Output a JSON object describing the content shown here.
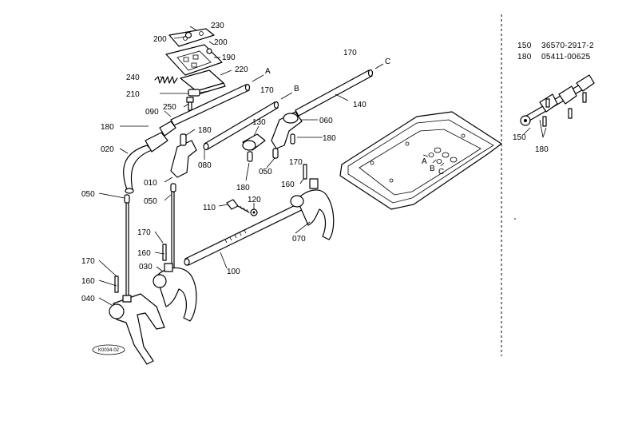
{
  "diagram": {
    "code": "K0034-02",
    "part_labels": {
      "p230": "230",
      "p200a": "200",
      "p200b": "200",
      "p190": "190",
      "p240": "240",
      "p220": "220",
      "p210": "210",
      "p250": "250",
      "p090": "090",
      "p180a": "180",
      "p180b": "180",
      "p020": "020",
      "p010": "010",
      "p050a": "050",
      "p050b": "050",
      "p080": "080",
      "p130": "130",
      "p180c": "180",
      "p060": "060",
      "p180d": "180",
      "p050c": "050",
      "p170a": "170",
      "p170b": "170",
      "p160a": "160",
      "p140": "140",
      "p170c": "170",
      "p110": "110",
      "p120": "120",
      "p070": "070",
      "p170d": "170",
      "p160b": "160",
      "p030": "030",
      "p100": "100",
      "p170e": "170",
      "p160c": "160",
      "p040": "040",
      "p150": "150",
      "p180e": "180"
    },
    "letters": {
      "rodA": "A",
      "rodB": "B",
      "rodC": "C",
      "caseA": "A",
      "caseB": "B",
      "caseC": "C"
    },
    "reference_table": [
      {
        "item": "150",
        "part_no": "36570-2917-2"
      },
      {
        "item": "180",
        "part_no": "05411-00625"
      }
    ]
  }
}
